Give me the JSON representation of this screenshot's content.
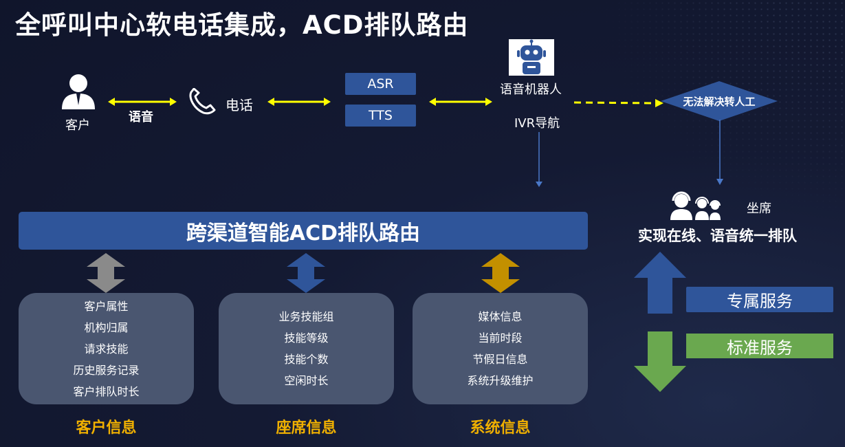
{
  "title": "全呼叫中心软电话集成，ACD排队路由",
  "flow": {
    "customer": "客户",
    "voice": "语音",
    "phone": "电话",
    "asr": "ASR",
    "tts": "TTS",
    "robot": "语音机器人",
    "ivr": "IVR导航",
    "transfer": "无法解决转人工",
    "agent": "坐席",
    "unified": "实现在线、语音统一排队"
  },
  "acd_bar": "跨渠道智能ACD排队路由",
  "cards": [
    {
      "title": "客户信息",
      "items": [
        "客户属性",
        "机构归属",
        "请求技能",
        "历史服务记录",
        "客户排队时长"
      ]
    },
    {
      "title": "座席信息",
      "items": [
        "业务技能组",
        "技能等级",
        "技能个数",
        "空闲时长"
      ]
    },
    {
      "title": "系统信息",
      "items": [
        "媒体信息",
        "当前时段",
        "节假日信息",
        "系统升级维护"
      ]
    }
  ],
  "services": {
    "exclusive": "专属服务",
    "standard": "标准服务"
  },
  "colors": {
    "blue": "#2f559a",
    "gray_arrow": "#8a8a8a",
    "gold": "#c39000",
    "green": "#6aa84f",
    "yellow": "#ffff00",
    "accent_text": "#f0b000"
  }
}
